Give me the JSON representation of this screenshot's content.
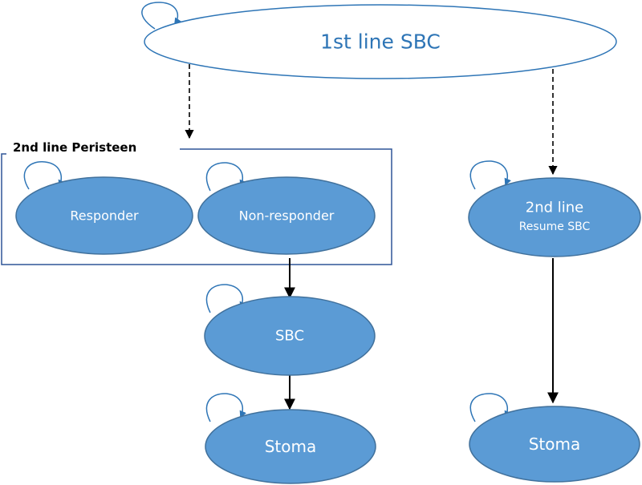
{
  "colors": {
    "node_fill": "#5b9bd5",
    "node_stroke": "#41719c",
    "loop_stroke": "#2e75b6",
    "top_text": "#2e75b6",
    "group_stroke": "#2f5597"
  },
  "nodes": {
    "first_line_sbc": {
      "label": "1st line SBC"
    },
    "responder": {
      "label": "Responder"
    },
    "non_responder": {
      "label": "Non-responder"
    },
    "sbc": {
      "label": "SBC"
    },
    "stoma_left": {
      "label": "Stoma"
    },
    "second_line_resume": {
      "label_line1": "2nd line",
      "label_line2": "Resume SBC"
    },
    "stoma_right": {
      "label": "Stoma"
    }
  },
  "group": {
    "title": "2nd line Peristeen"
  }
}
